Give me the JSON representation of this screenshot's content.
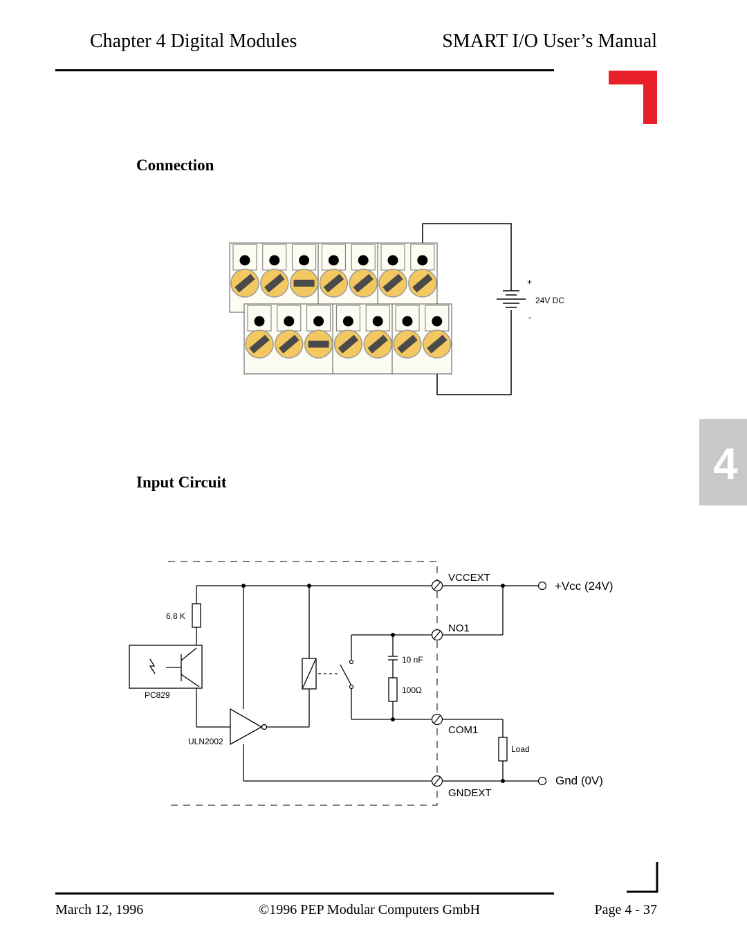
{
  "header": {
    "chapter": "Chapter 4 Digital Modules",
    "manual": "SMART I/O User’s Manual"
  },
  "sections": {
    "connection": "Connection",
    "input_circuit": "Input Circuit"
  },
  "tab": {
    "number": "4"
  },
  "connection_diagram": {
    "plus": "+",
    "supply": "24V DC",
    "minus": "-"
  },
  "input_circuit_diagram": {
    "vccext": "VCCEXT",
    "vcc_label": "+Vcc (24V)",
    "no1": "NO1",
    "com1": "COM1",
    "gndext": "GNDEXT",
    "gnd_label": "Gnd (0V)",
    "resistor_68k": "6.8 K",
    "optocoupler": "PC829",
    "driver": "ULN2002",
    "capacitor": "10 nF",
    "resistor_100": "100Ω",
    "load": "Load"
  },
  "footer": {
    "date": "March 12, 1996",
    "copyright": "©1996 PEP Modular Computers GmbH",
    "page": "Page 4 - 37"
  },
  "colors": {
    "accent_red": "#e8202a",
    "terminal_yellow": "#f3c860",
    "tab_gray": "#c8c8c8"
  }
}
